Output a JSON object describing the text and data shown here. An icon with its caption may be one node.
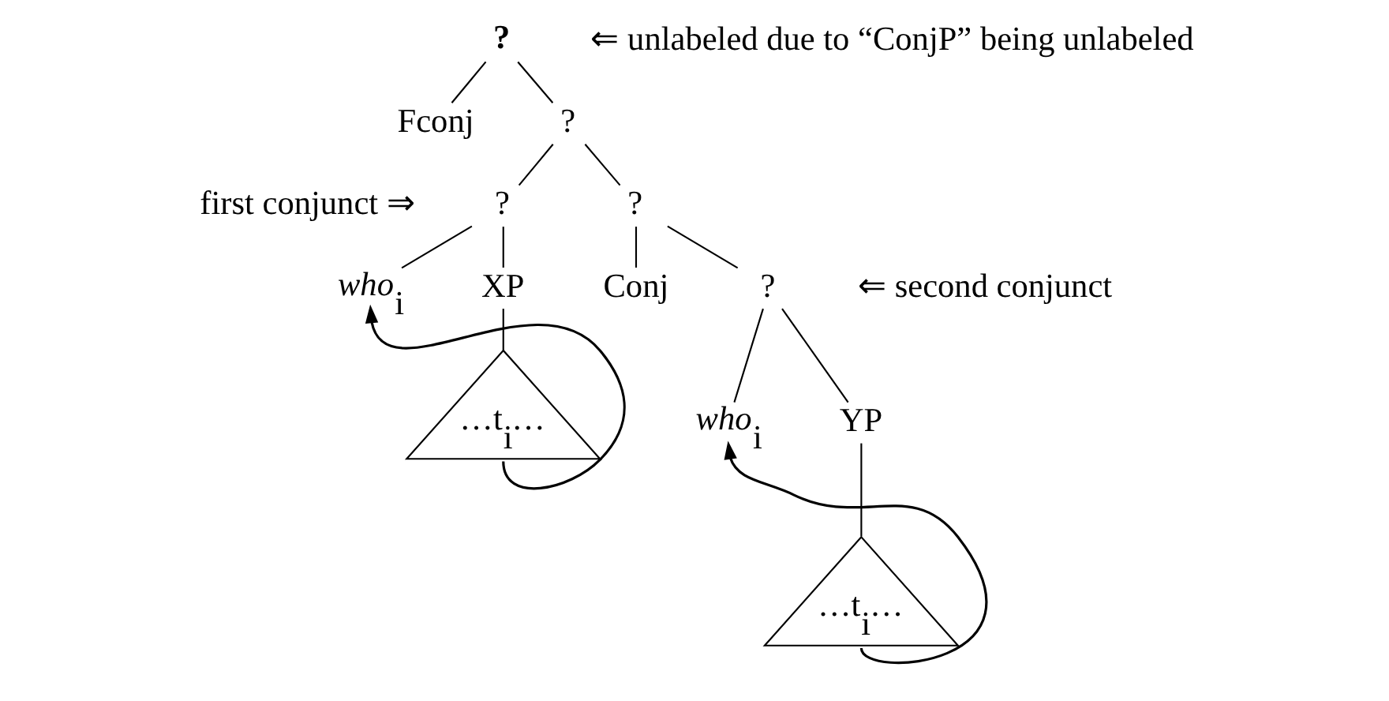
{
  "diagram": {
    "nodes": [
      {
        "text": [
          "?"
        ],
        "beside": [
          "⇐ unlabeled due to “ConjP” being unlabeled"
        ]
      },
      {
        "text": [
          "Fconj"
        ]
      },
      {
        "text": [
          "?"
        ]
      },
      {
        "text": [
          "?"
        ],
        "beside": [
          "first conjunct ⇒"
        ]
      },
      {
        "text": [
          "?"
        ]
      },
      {
        "text": [
          "*who*$_{i}$"
        ]
      },
      {
        "text": [
          "XP"
        ]
      },
      {
        "text": [
          "Conj"
        ]
      },
      {
        "text": [
          "?"
        ],
        "beside": [
          "⇐ second conjunct"
        ]
      },
      {
        "text": [
          "…t$_{i}$…"
        ]
      },
      {
        "text": [
          "*who*$_{i}$"
        ]
      },
      {
        "text": [
          "YP"
        ]
      },
      {
        "text": [
          "…t$_{i}$…"
        ]
      }
    ],
    "edges": [
      {
        "from": 0,
        "to": 1,
        "arrow": "none"
      },
      {
        "from": 0,
        "to": 2,
        "arrow": "none"
      },
      {
        "from": 2,
        "to": 3,
        "arrow": "none"
      },
      {
        "from": 2,
        "to": 4,
        "arrow": "none"
      },
      {
        "from": 3,
        "to": 5,
        "arrow": "none"
      },
      {
        "from": 3,
        "to": 6,
        "arrow": "none"
      },
      {
        "from": 6,
        "to": 9,
        "arrow": "none"
      },
      {
        "from": 4,
        "to": 7,
        "arrow": "none"
      },
      {
        "from": 4,
        "to": 8,
        "arrow": "none"
      },
      {
        "from": 8,
        "to": 10,
        "arrow": "none"
      },
      {
        "from": 8,
        "to": 11,
        "arrow": "none"
      },
      {
        "from": 11,
        "to": 12,
        "arrow": "none"
      },
      {
        "from": 9,
        "to": 5,
        "arrow": "to"
      },
      {
        "from": 12,
        "to": 10,
        "arrow": "to"
      }
    ]
  }
}
